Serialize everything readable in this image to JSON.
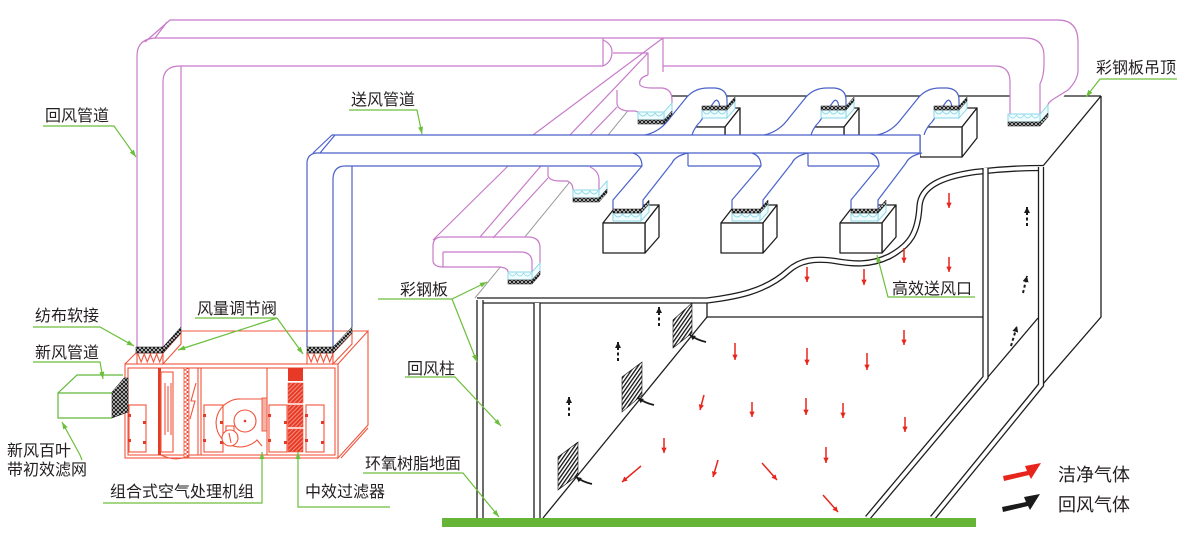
{
  "colors": {
    "return_duct": "#c77bc9",
    "supply_duct": "#4a62c9",
    "leader_line": "#6cbf3c",
    "clean_air_arrow": "#e8251c",
    "return_air_arrow": "#1a1a1a",
    "floor": "#66b536",
    "ahu_outline": "#f0553c",
    "filter_fill": "#e63a27",
    "vent": "#7fd3e4",
    "fresh_air_duct": "#5fb83a"
  },
  "labels": {
    "return_duct": "回风管道",
    "supply_duct": "送风管道",
    "ceiling_panel": "彩钢板吊顶",
    "fabric_flex_connector": "纺布软接",
    "air_volume_damper": "风量调节阀",
    "fresh_air_duct": "新风管道",
    "fresh_air_louver": [
      "新风百叶",
      "带初效滤网"
    ],
    "air_handling_unit": "组合式空气处理机组",
    "medium_efficiency_filter": "中效过滤器",
    "color_steel_panel": "彩钢板",
    "return_air_column": "回风柱",
    "epoxy_floor": "环氧树脂地面",
    "hepa_supply_outlet": "高效送风口"
  },
  "legend": [
    {
      "label": "洁净气体",
      "color": "#e8251c"
    },
    {
      "label": "回风气体",
      "color": "#1a1a1a"
    }
  ]
}
